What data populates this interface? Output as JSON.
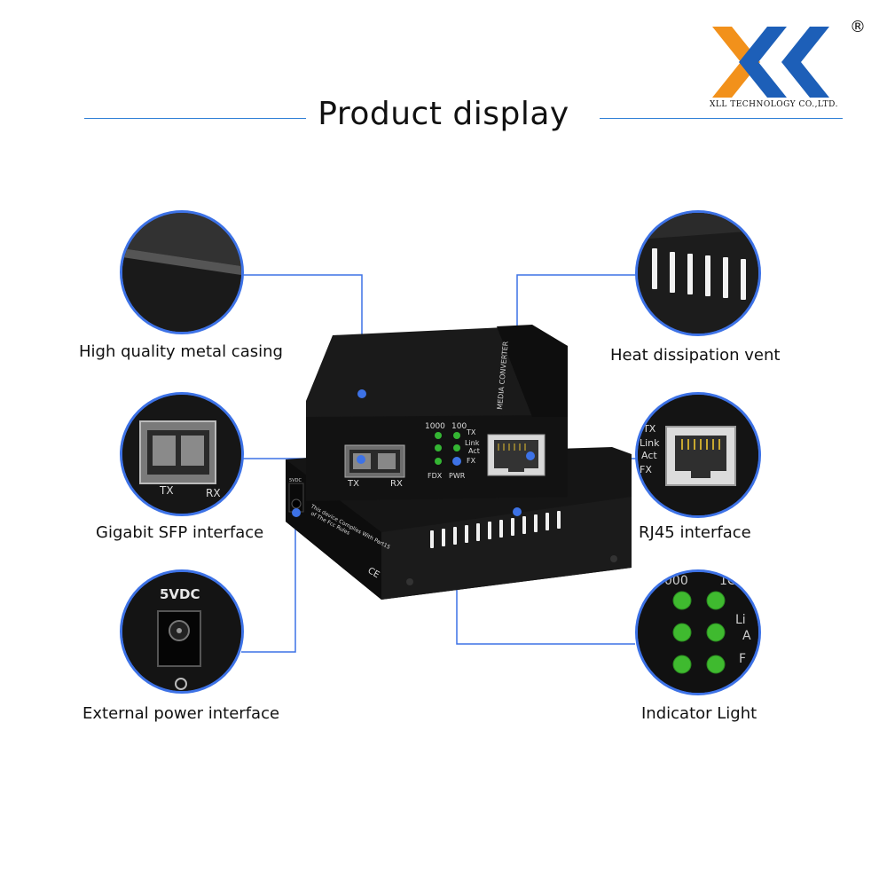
{
  "brand": {
    "name": "XLL TECHNOLOGY CO.,LTD.",
    "registered_mark": "®",
    "colors": {
      "orange": "#f2911b",
      "blue": "#1d5fb8"
    }
  },
  "title": "Product display",
  "accent_color": "#3d72e6",
  "features": [
    {
      "label": "High quality metal casing"
    },
    {
      "label": "Gigabit SFP interface"
    },
    {
      "label": "External power interface"
    },
    {
      "label": "Heat dissipation vent"
    },
    {
      "label": "RJ45 interface"
    },
    {
      "label": "Indicator Light"
    }
  ],
  "device": {
    "side_label": "MEDIA CONVERTER",
    "speed_labels": [
      "1000",
      "100"
    ],
    "led_labels_right": [
      "TX",
      "Link",
      "Act",
      "FX"
    ],
    "led_labels_bottom": [
      "FDX",
      "PWR"
    ],
    "sfp_labels": [
      "TX",
      "RX"
    ],
    "power_label": "5VDC",
    "fcc_text_1": "This device Complies With Part15",
    "fcc_text_2": "of The Fcc Rules",
    "ce_mark": "CE"
  },
  "zoom_labels": {
    "sfp": [
      "TX",
      "RX"
    ],
    "rj45": [
      "TX",
      "Link",
      "Act",
      "FX"
    ],
    "power": "5VDC",
    "indicator": [
      "000",
      "1C",
      "Li",
      "A",
      "F"
    ]
  }
}
